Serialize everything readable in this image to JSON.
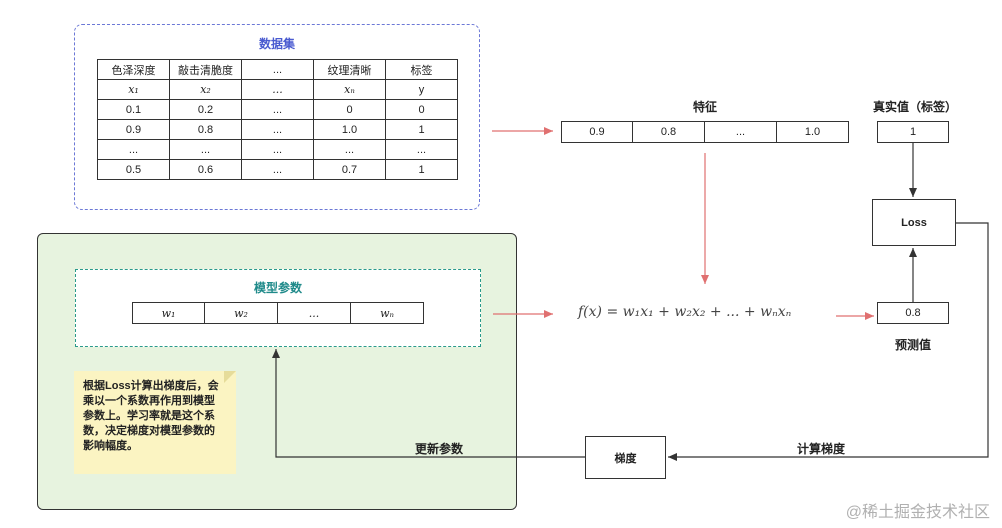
{
  "dataset": {
    "title": "数据集",
    "headers": [
      "色泽深度",
      "敲击清脆度",
      "...",
      "纹理清晰",
      "标签"
    ],
    "symbols": [
      "x₁",
      "x₂",
      "...",
      "xₙ",
      "y"
    ],
    "rows": [
      [
        "0.1",
        "0.2",
        "...",
        "0",
        "0"
      ],
      [
        "0.9",
        "0.8",
        "...",
        "1.0",
        "1"
      ],
      [
        "...",
        "...",
        "...",
        "...",
        "..."
      ],
      [
        "0.5",
        "0.6",
        "...",
        "0.7",
        "1"
      ]
    ]
  },
  "features": {
    "label": "特征",
    "values": [
      "0.9",
      "0.8",
      "...",
      "1.0"
    ]
  },
  "truth": {
    "label": "真实值（标签）",
    "value": "1"
  },
  "loss": {
    "label": "Loss"
  },
  "prediction": {
    "label": "预测值",
    "value": "0.8"
  },
  "params": {
    "title": "模型参数",
    "values": [
      "w₁",
      "w₂",
      "...",
      "wₙ"
    ]
  },
  "formula": "f(x) = w₁x₁ + w₂x₂ + ... + wₙxₙ",
  "note": "根据Loss计算出梯度后，会乘以一个系数再作用到模型参数上。学习率就是这个系数，决定梯度对模型参数的影响幅度。",
  "gradient": {
    "label": "梯度"
  },
  "edges": {
    "compute_gradient": "计算梯度",
    "update_params": "更新参数"
  },
  "watermark": "@稀土掘金技术社区",
  "colors": {
    "dataset_border": "#6b78d6",
    "param_border": "#2a9a8a",
    "red_arrow": "#e07070",
    "panel_fill": "#e7f3df",
    "note_fill": "#fbf4c2"
  }
}
